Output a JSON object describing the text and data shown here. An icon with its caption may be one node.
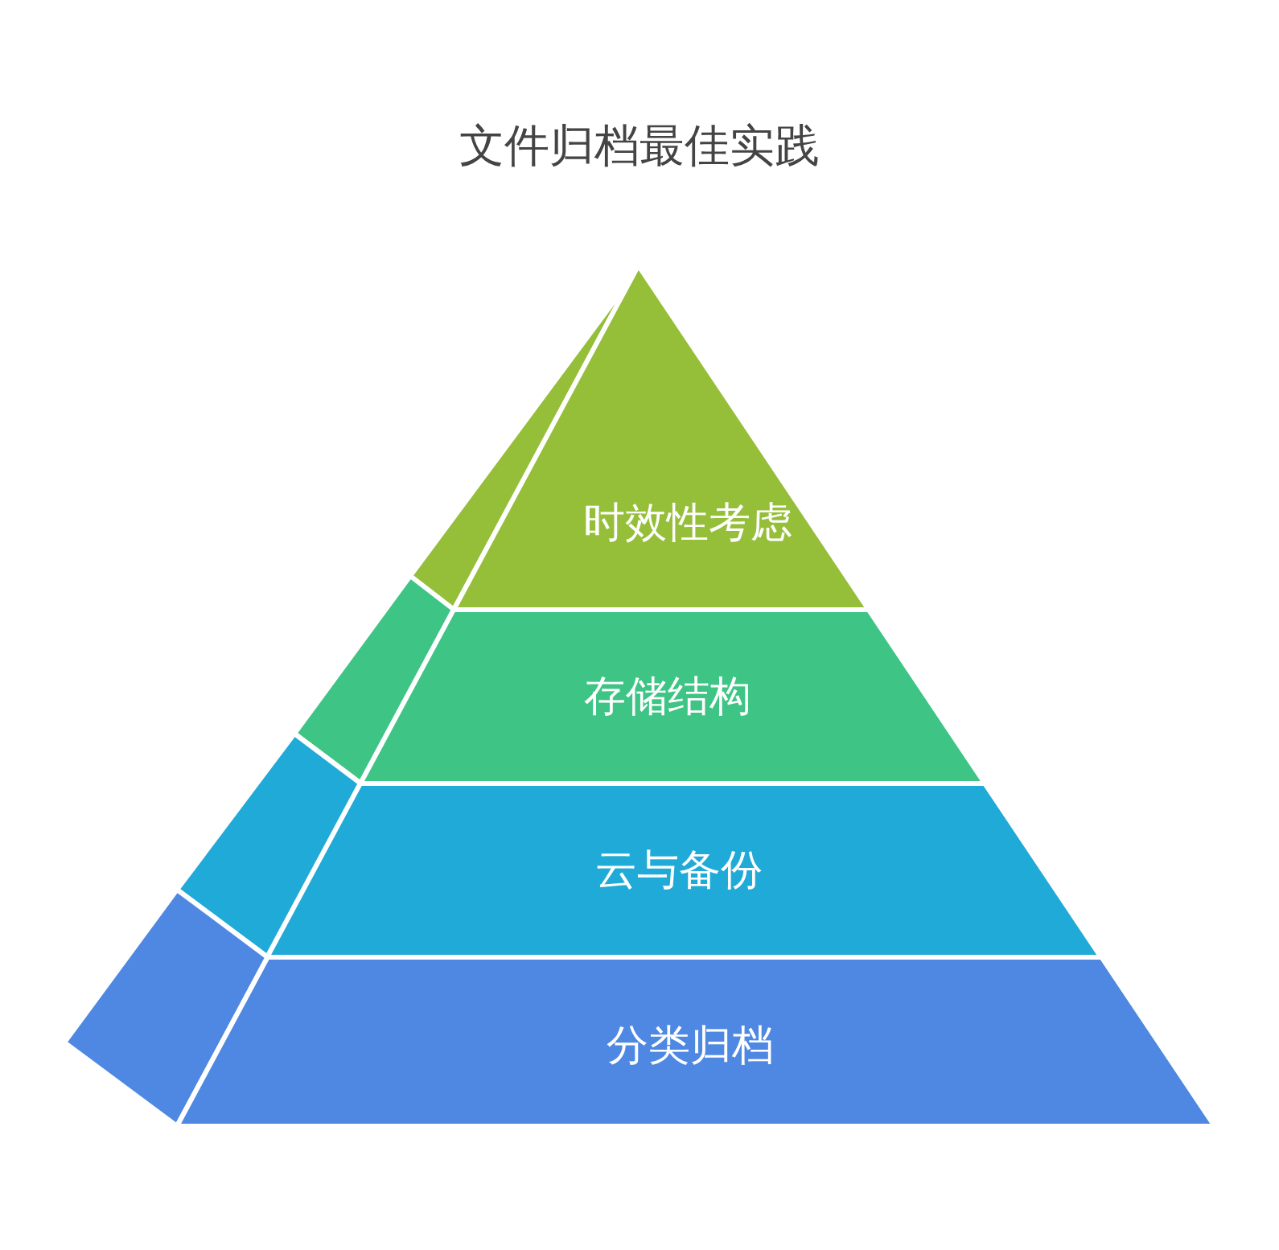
{
  "diagram": {
    "title": "文件归档最佳实践",
    "nodes": [
      {
        "text": [
          "时效性考虑"
        ]
      },
      {
        "text": [
          "存储结构"
        ]
      },
      {
        "text": [
          "云与备份"
        ]
      },
      {
        "text": [
          "分类归档"
        ]
      }
    ]
  }
}
